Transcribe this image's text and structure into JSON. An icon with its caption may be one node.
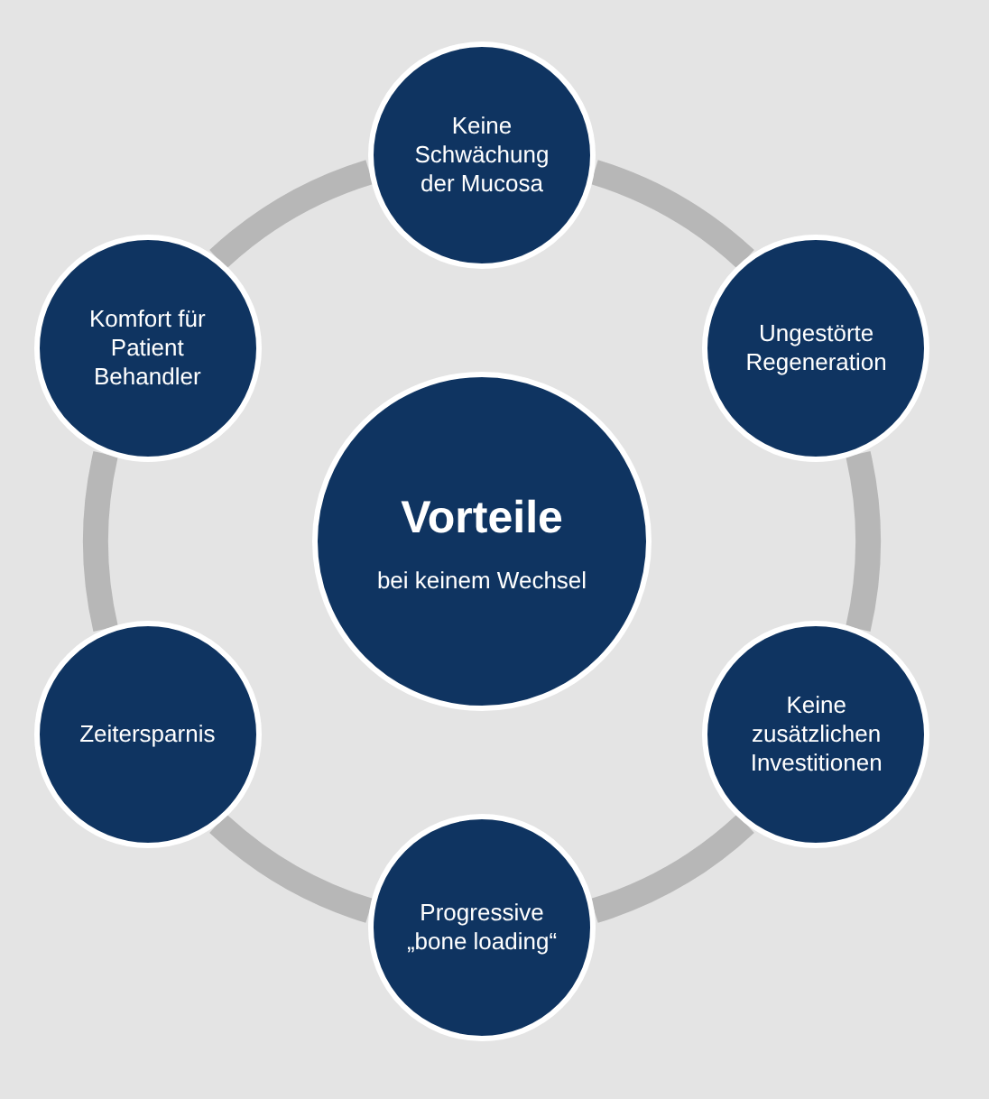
{
  "diagram": {
    "nodes": [
      {
        "text": [
          "Vorteile",
          "bei keinem Wechsel"
        ]
      },
      {
        "text": [
          "Keine Schwächung der Mucosa"
        ]
      },
      {
        "text": [
          "Ungestörte Regeneration"
        ]
      },
      {
        "text": [
          "Keine zusätzlichen Investitionen"
        ]
      },
      {
        "text": [
          "Progressive „bone loading“"
        ]
      },
      {
        "text": [
          "Zeitersparnis"
        ]
      },
      {
        "text": [
          "Komfort für Patient Behandler"
        ]
      }
    ],
    "edges": [
      {
        "from": 1,
        "to": 2,
        "arrow": "none"
      },
      {
        "from": 2,
        "to": 3,
        "arrow": "none"
      },
      {
        "from": 3,
        "to": 4,
        "arrow": "none"
      },
      {
        "from": 4,
        "to": 5,
        "arrow": "none"
      },
      {
        "from": 5,
        "to": 6,
        "arrow": "none"
      },
      {
        "from": 6,
        "to": 1,
        "arrow": "none"
      }
    ]
  }
}
